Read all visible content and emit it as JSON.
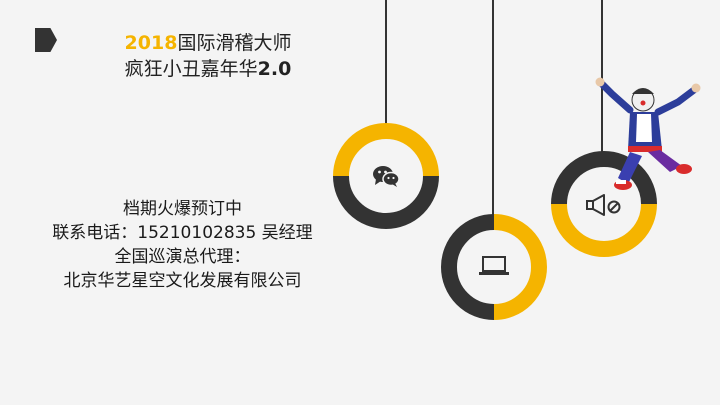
{
  "title": {
    "year": "2018",
    "line1_rest": "国际滑稽大师",
    "line2_main": "疯狂小丑嘉年华",
    "line2_version": "2.0"
  },
  "contact": {
    "line1": "档期火爆预订中",
    "line2": "联系电话：15210102835 吴经理",
    "line3": "全国巡演总代理：",
    "line4": "北京华艺星空文化发展有限公司"
  },
  "colors": {
    "accent": "#f5b400",
    "dark": "#333333",
    "background": "#f4f4f4"
  },
  "icons": [
    "wechat-icon",
    "laptop-icon",
    "megaphone-icon"
  ]
}
